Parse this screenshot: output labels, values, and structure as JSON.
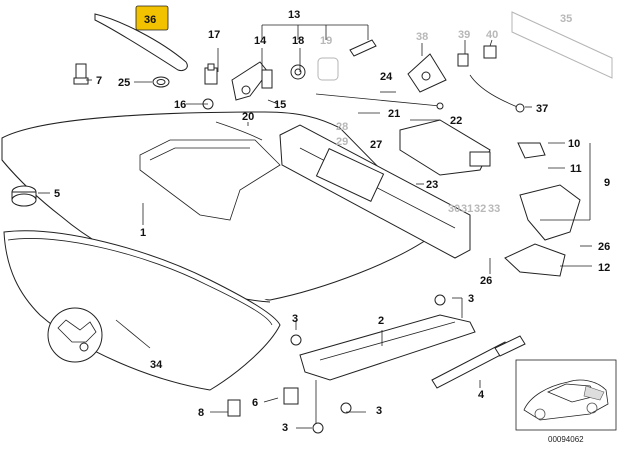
{
  "labels": {
    "p1": "1",
    "p2": "2",
    "p3a": "3",
    "p3b": "3",
    "p3c": "3",
    "p3d": "3",
    "p4": "4",
    "p5": "5",
    "p6": "6",
    "p7": "7",
    "p8": "8",
    "p9": "9",
    "p10": "10",
    "p11": "11",
    "p12": "12",
    "p13": "13",
    "p14": "14",
    "p15": "15",
    "p16": "16",
    "p17": "17",
    "p18": "18",
    "p19": "19",
    "p20": "20",
    "p21": "21",
    "p22": "22",
    "p23": "23",
    "p24": "24",
    "p25": "25",
    "p26a": "26",
    "p26b": "26",
    "p27": "27",
    "p28": "28",
    "p29": "29",
    "p30": "30",
    "p31": "31",
    "p32": "32",
    "p33": "33",
    "p34": "34",
    "p35": "35",
    "p36": "36",
    "p37": "37",
    "p38": "38",
    "p39": "39",
    "p40": "40"
  },
  "highlight": {
    "label": "36",
    "color": "#f2c200"
  },
  "colors": {
    "line": "#222222",
    "grey": "#b5b5b5"
  },
  "reference_number": "00094062"
}
